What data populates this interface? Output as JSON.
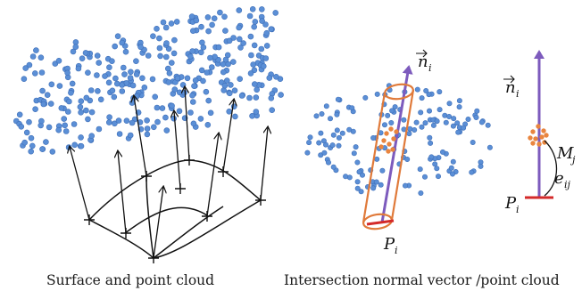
{
  "captions": {
    "left": "Surface and point cloud",
    "right": "Intersection normal vector /point cloud"
  },
  "symbols": {
    "normal_base": "n",
    "normal_sub": "i",
    "point_base": "P",
    "point_sub": "i",
    "match_base": "M",
    "match_sub": "j",
    "error_base": "e",
    "error_sub": "ij"
  },
  "colors": {
    "cloud_point": "#5b8fd6",
    "cloud_point_edge": "#3f6fb8",
    "normal_vector": "#7d5bbd",
    "cylinder": "#e07a3a",
    "intersected_point": "#e9853f",
    "base_marker": "#d42a2a",
    "surface_line": "#111111"
  },
  "icons": {
    "vector_arrow": "right-arrow-accent"
  }
}
